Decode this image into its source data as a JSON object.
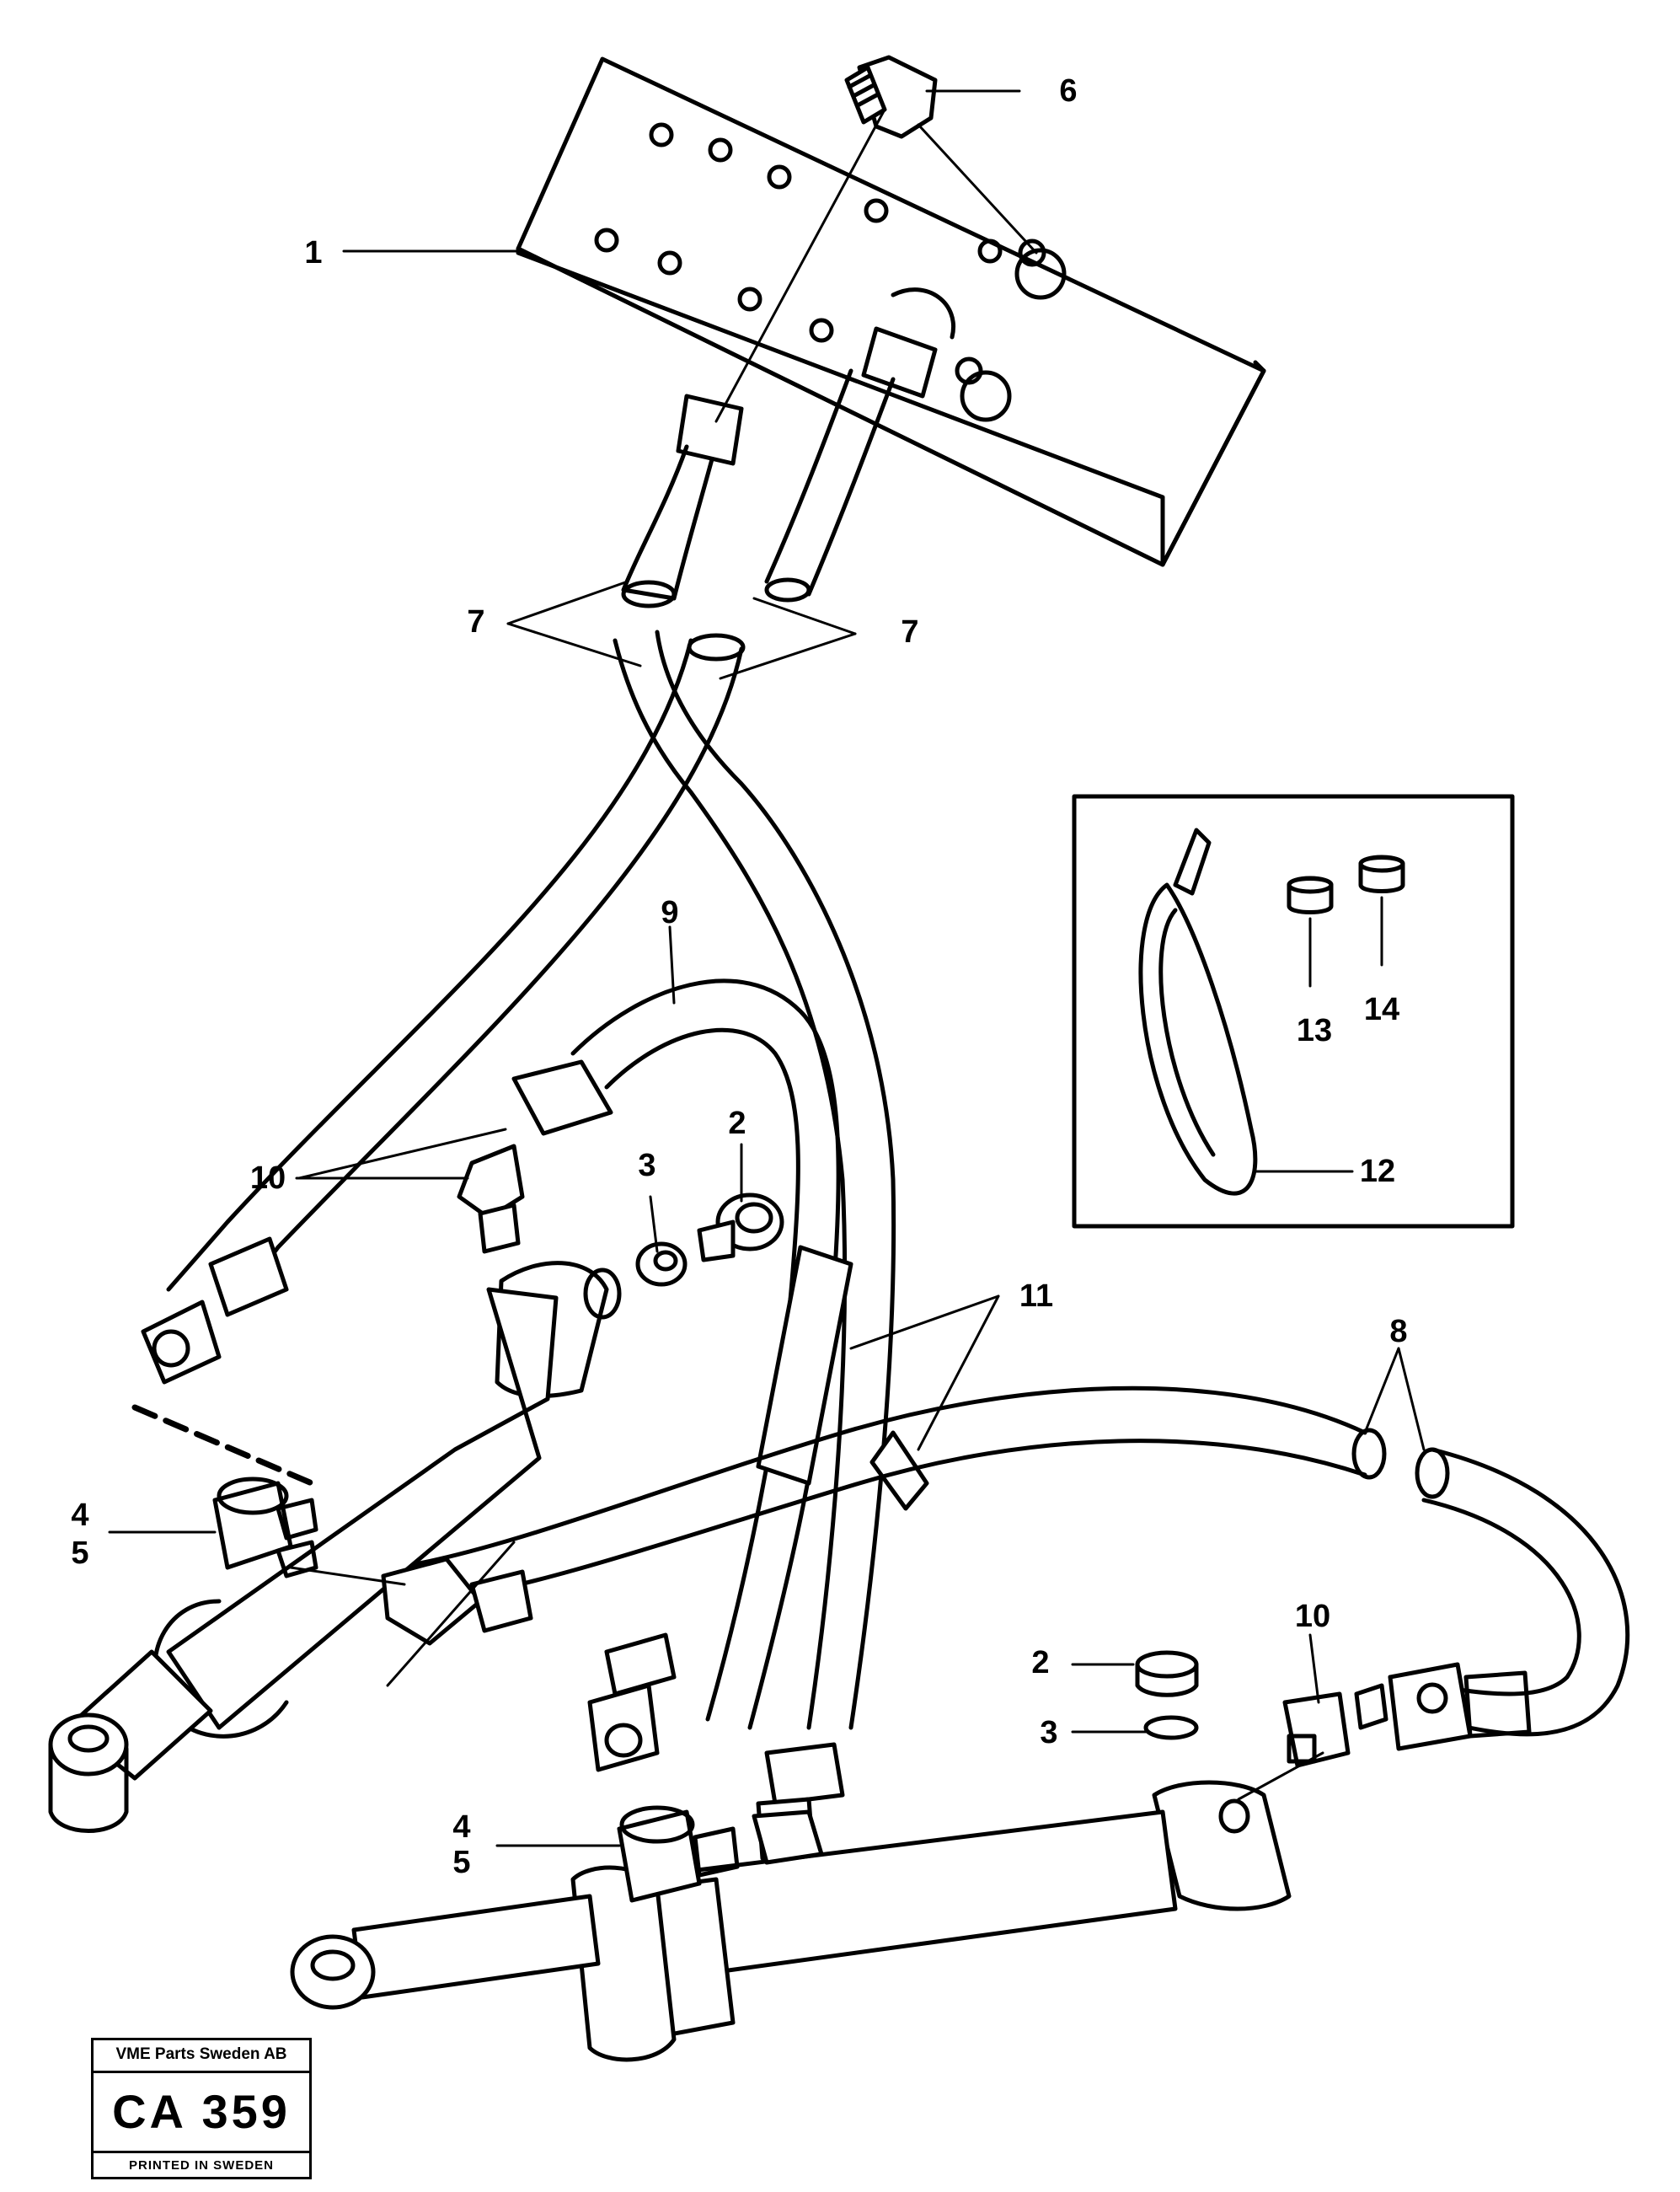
{
  "diagram": {
    "callouts": {
      "c1": "1",
      "c2a": "2",
      "c2b": "2",
      "c3a": "3",
      "c3b": "3",
      "c4a": "4",
      "c4b": "4",
      "c5a": "5",
      "c5b": "5",
      "c6": "6",
      "c7a": "7",
      "c7b": "7",
      "c8": "8",
      "c9": "9",
      "c10a": "10",
      "c10b": "10",
      "c11": "11",
      "c12": "12",
      "c13": "13",
      "c14": "14"
    }
  },
  "stamp": {
    "company": "VME Parts Sweden AB",
    "code": "CA 359",
    "printed": "PRINTED IN SWEDEN"
  }
}
